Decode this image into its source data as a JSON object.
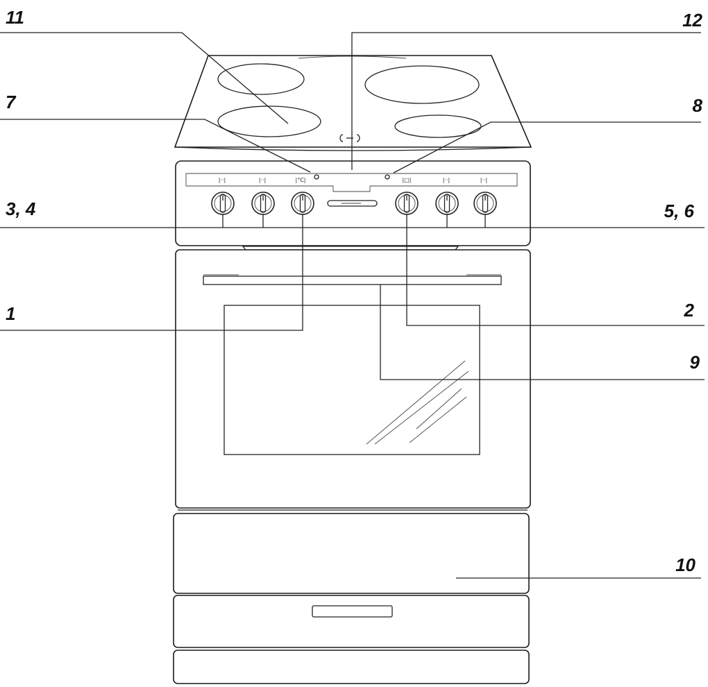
{
  "callouts": {
    "hob_zone": "11",
    "residual_heat": "12",
    "indicator_left": "7",
    "indicator_right": "8",
    "knobs_left": "3, 4",
    "knobs_right": "5, 6",
    "thermostat": "1",
    "function_selector": "2",
    "oven_door": "9",
    "drawer": "10"
  },
  "panel_symbols": [
    "|··|",
    "|··|",
    "|°C|",
    "|□|",
    "|··|",
    "|··|"
  ]
}
